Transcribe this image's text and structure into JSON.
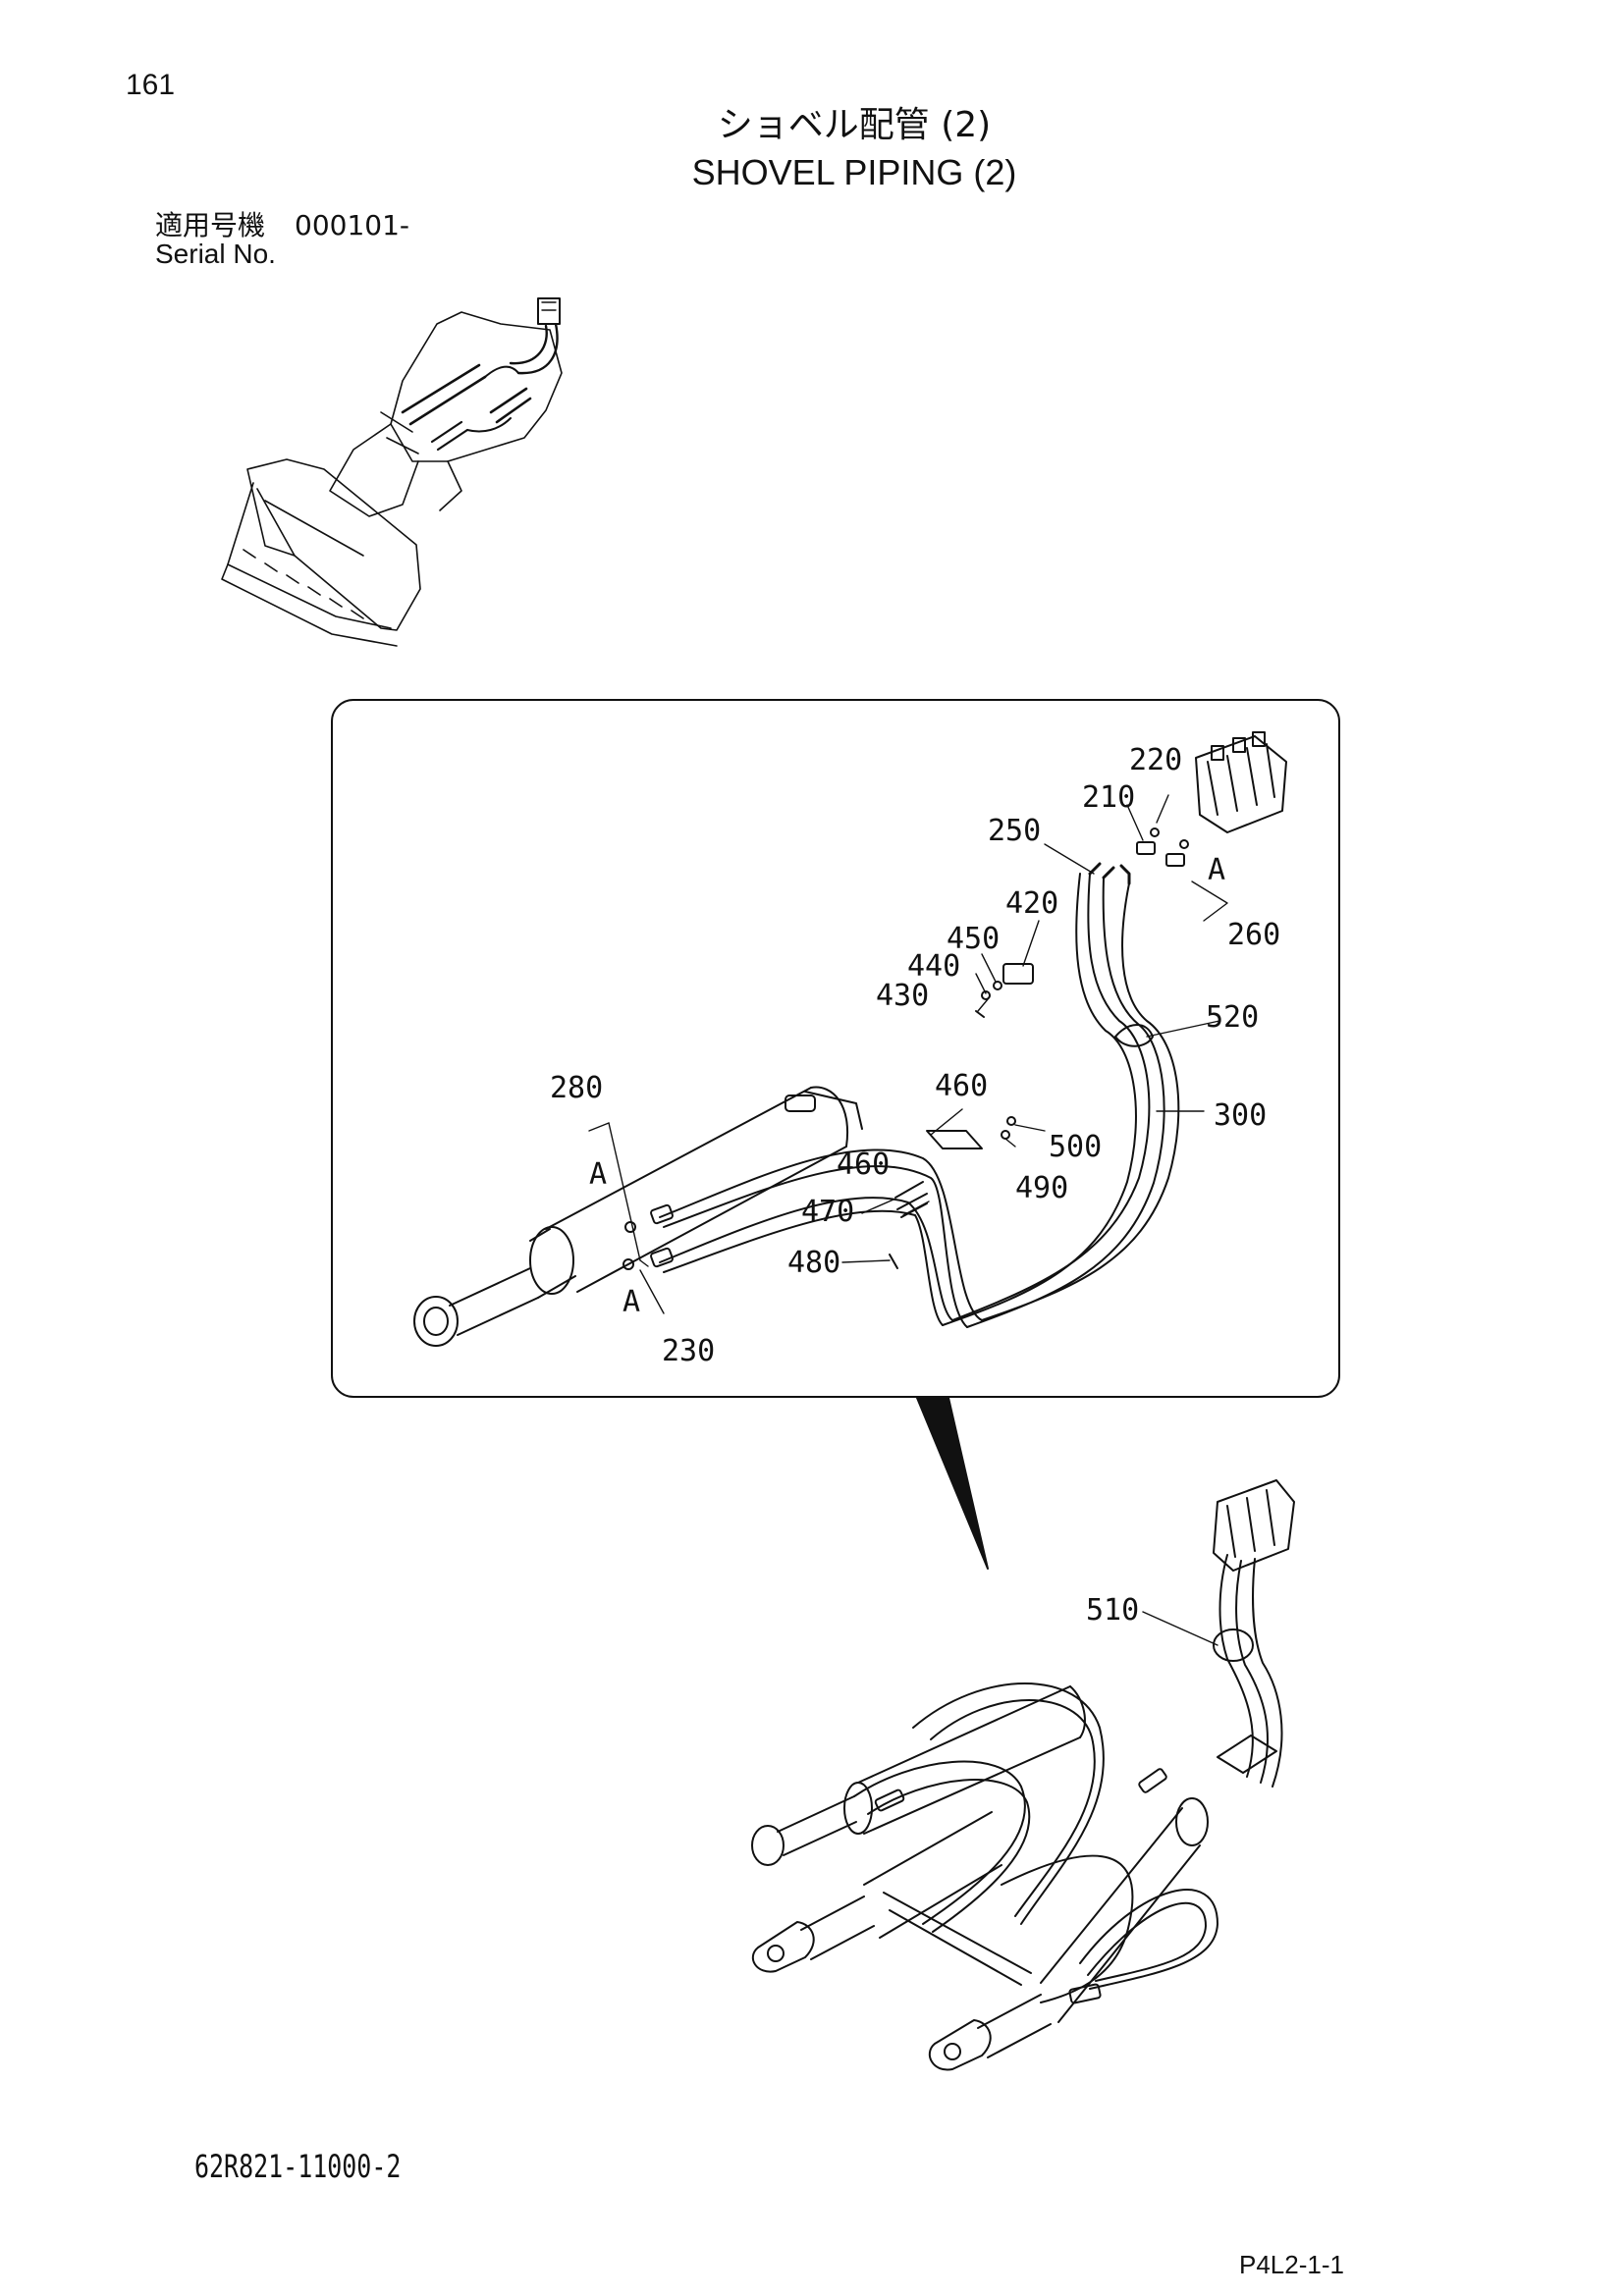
{
  "header": {
    "page_number": "161",
    "title_jp": "ショベル配管 (2)",
    "title_en": "SHOVEL PIPING (2)",
    "serial_label_jp": "適用号機",
    "serial_value": "000101-",
    "serial_label_en": "Serial No."
  },
  "detail": {
    "callouts": {
      "c220": "220",
      "c210": "210",
      "c250": "250",
      "c420": "420",
      "c450": "450",
      "c440": "440",
      "c430": "430",
      "c260": "260",
      "c520": "520",
      "c280": "280",
      "c460a": "460",
      "c460b": "460",
      "c300": "300",
      "c500": "500",
      "c490": "490",
      "c470": "470",
      "c480": "480",
      "c230": "230",
      "cA1": "A",
      "cA2": "A",
      "cA3": "A"
    }
  },
  "assembly": {
    "callouts": {
      "c510": "510"
    }
  },
  "footer": {
    "drawing_number": "62R821-11000-2",
    "page_code": "P4L2-1-1"
  }
}
